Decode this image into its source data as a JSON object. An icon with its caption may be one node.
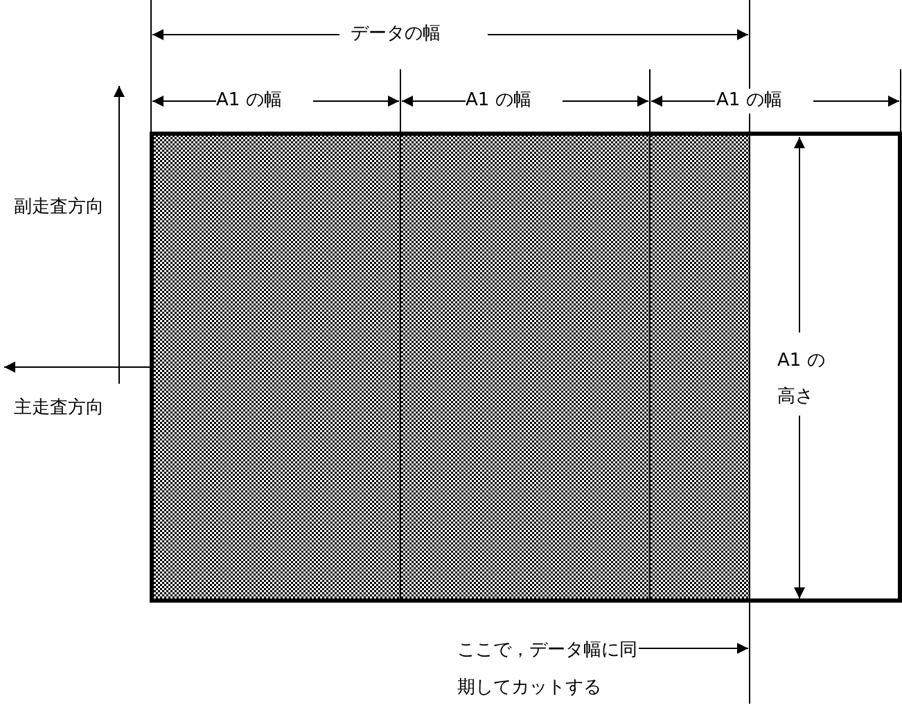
{
  "diagram": {
    "nodes": [
      {
        "text": [
          "ここで，データ幅に同期してカットする"
        ]
      },
      {
        "text": [],
        "shape": "line"
      }
    ],
    "edges": [
      {
        "from": 0,
        "to": 1,
        "arrow": "to"
      }
    ],
    "labels": [
      "データの幅",
      "A1 の幅",
      "A1 の幅",
      "A1 の幅",
      "副走査方向",
      "主走査方向",
      "A1 の高さ"
    ]
  }
}
